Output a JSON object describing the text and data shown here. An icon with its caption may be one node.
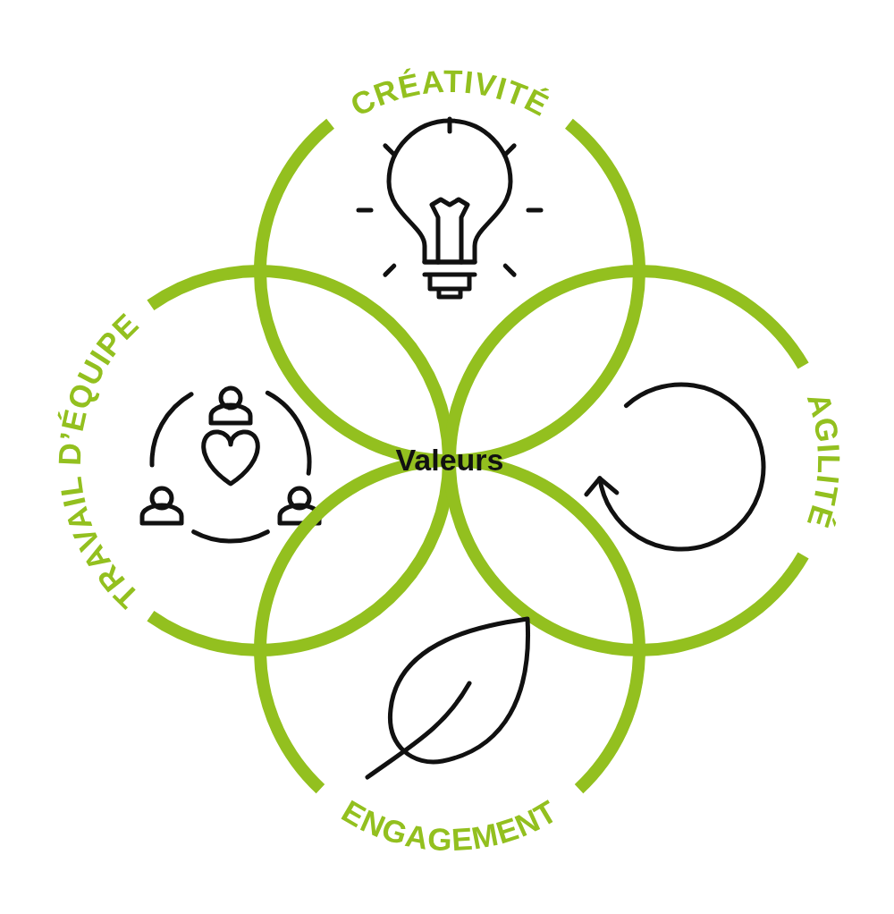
{
  "diagram": {
    "nodes": [
      {
        "text": [
          "CRÉATIVITÉ"
        ]
      },
      {
        "text": [
          "TRAVAIL D’ÉQUIPE"
        ]
      },
      {
        "text": [
          "AGILITÉ"
        ]
      },
      {
        "text": [
          "ENGAGEMENT"
        ]
      }
    ],
    "labels": [
      "Valeurs"
    ]
  }
}
